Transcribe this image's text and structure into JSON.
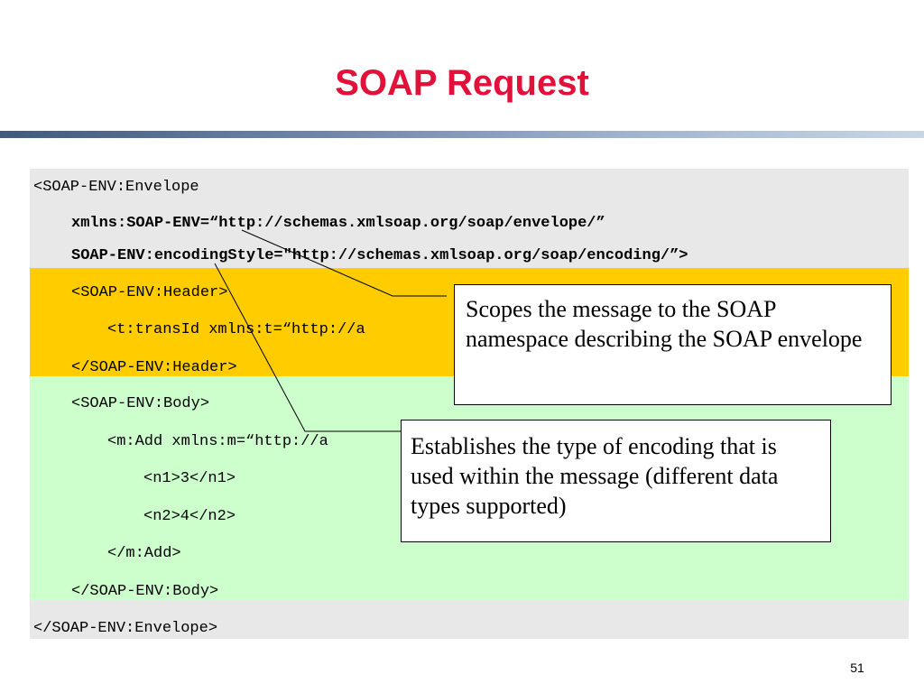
{
  "slide": {
    "title": "SOAP Request",
    "page_number": "51"
  },
  "code_lines": [
    "<SOAP-ENV:Envelope",
    "xmlns:SOAP-ENV=“http://schemas.xmlsoap.org/soap/envelope/”",
    "SOAP-ENV:encodingStyle=\"http://schemas.xmlsoap.org/soap/encoding/”>",
    "<SOAP-ENV:Header>",
    "<t:transId xmlns:t=“http://a",
    "</SOAP-ENV:Header>",
    "<SOAP-ENV:Body>",
    "<m:Add xmlns:m=“http://a",
    "<n1>3</n1>",
    "<n2>4</n2>",
    "</m:Add>",
    "</SOAP-ENV:Body>",
    "</SOAP-ENV:Envelope>"
  ],
  "callouts": {
    "namespace": "Scopes the message to the SOAP namespace describing the SOAP envelope",
    "encoding": "Establishes the type of encoding that is used within the message (different data types supported)"
  },
  "colors": {
    "title": "#e3103a",
    "gray_band": "#e8e8e8",
    "header_band": "#ffcc00",
    "body_band": "#ccffcc"
  }
}
